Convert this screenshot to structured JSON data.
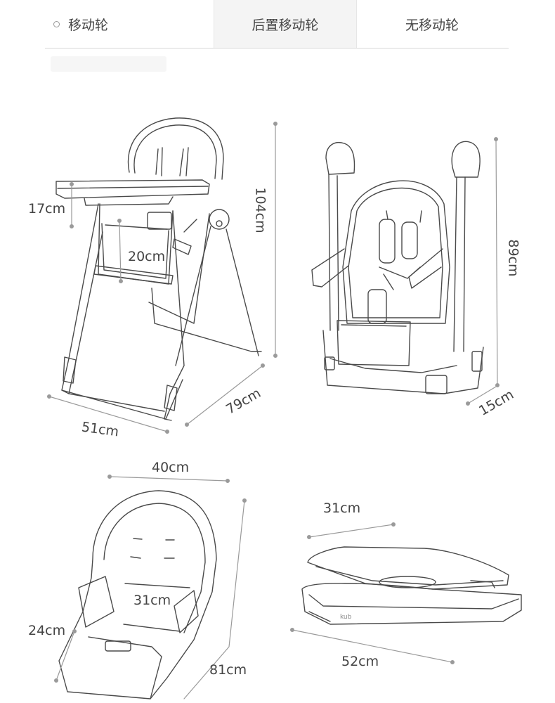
{
  "tabs": [
    {
      "label": "移动轮",
      "active": false
    },
    {
      "label": "后置移动轮",
      "active": true
    },
    {
      "label": "无移动轮",
      "active": false
    }
  ],
  "dimensions": {
    "chair_tray_height": "17cm",
    "chair_seat_depth": "20cm",
    "chair_height": "104cm",
    "chair_depth": "79cm",
    "chair_width": "51cm",
    "folded_height": "89cm",
    "folded_depth": "15cm",
    "cushion_width": "40cm",
    "cushion_inner_width": "31cm",
    "cushion_seat": "24cm",
    "cushion_length": "81cm",
    "tray_depth": "31cm",
    "tray_width": "52cm"
  },
  "tray_brand": "kub"
}
